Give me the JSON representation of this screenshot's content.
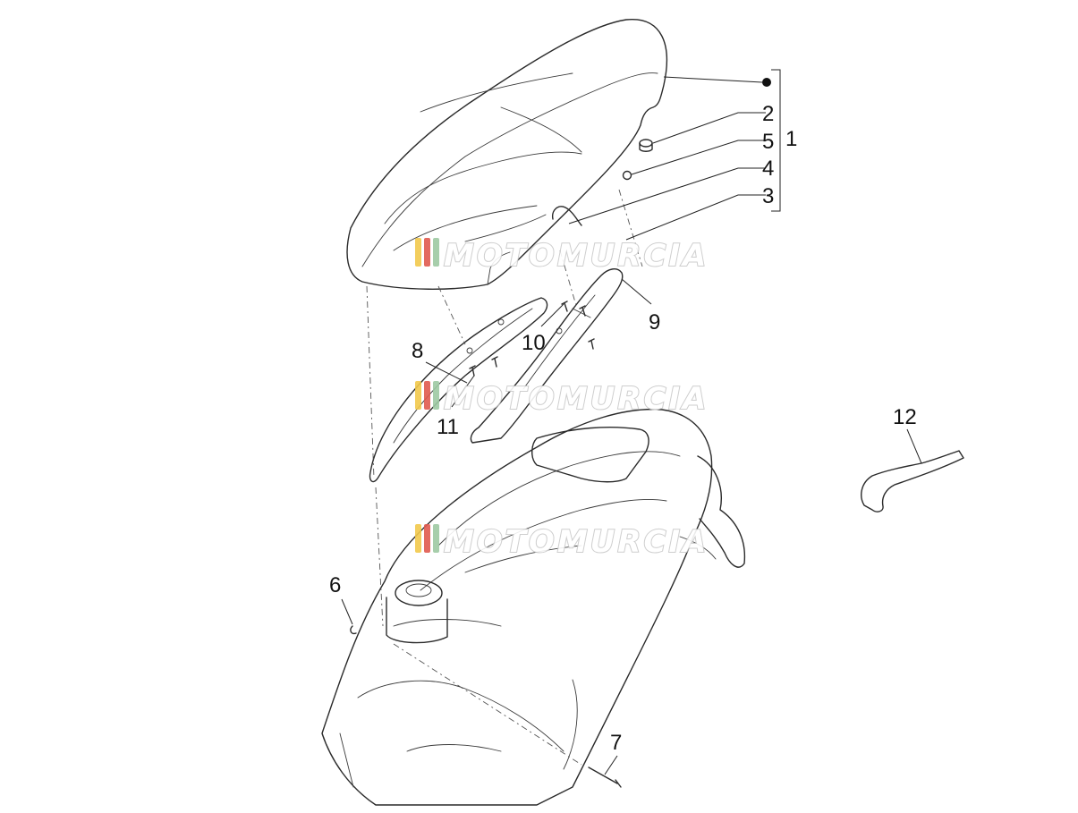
{
  "diagram": {
    "callouts": [
      "1",
      "2",
      "5",
      "4",
      "3",
      "9",
      "10",
      "8",
      "11",
      "12",
      "6",
      "7"
    ],
    "watermark": "MOTOMURCIA",
    "watermark_colors": [
      "#f2c94c",
      "#e05a4f",
      "#9ec9a3"
    ]
  }
}
